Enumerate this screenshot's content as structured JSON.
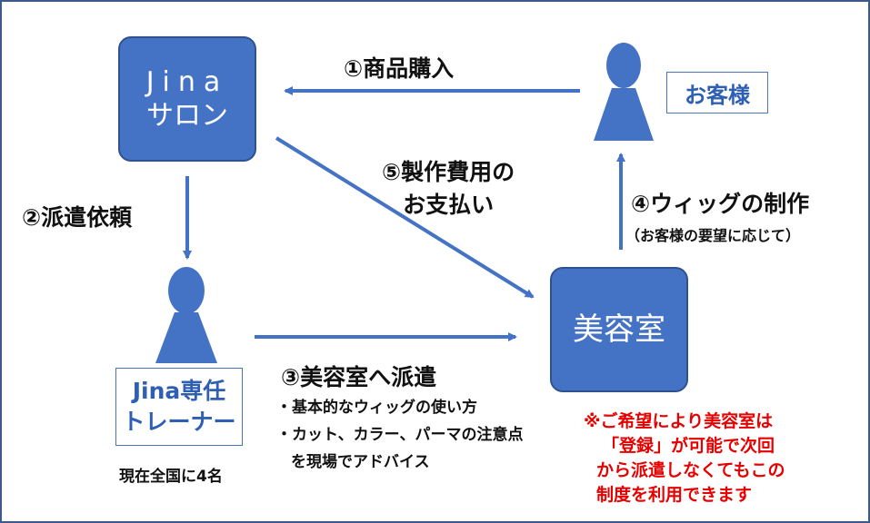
{
  "colors": {
    "box_fill": "#4472c4",
    "arrow": "#4472c4",
    "label_text": "#2f5fb3",
    "note_red": "#e60000"
  },
  "salon_box": {
    "line1": "Jina",
    "line2": "サロン"
  },
  "customer": {
    "label": "お客様",
    "icon": "person-icon"
  },
  "trainer": {
    "icon": "person-icon",
    "line1": "Jina専任",
    "line2": "トレーナー",
    "note": "現在全国に4名"
  },
  "beauty_salon_box": {
    "label": "美容室"
  },
  "steps": {
    "step1": "①商品購入",
    "step2": "②派遣依頼",
    "step3": {
      "title": "③美容室へ派遣",
      "bullets": [
        "・基本的なウィッグの使い方",
        "・カット、カラー、パーマの注意点",
        "を現場でアドバイス"
      ]
    },
    "step4": {
      "title": "④ウィッグの制作",
      "sub": "（お客様の要望に応じて）"
    },
    "step5": {
      "line1": "⑤製作費用の",
      "line2": "お支払い"
    }
  },
  "red_note": [
    "※ご希望により美容室は",
    "「登録」が可能で次回",
    "から派遣しなくてもこの",
    "制度を利用できます"
  ]
}
